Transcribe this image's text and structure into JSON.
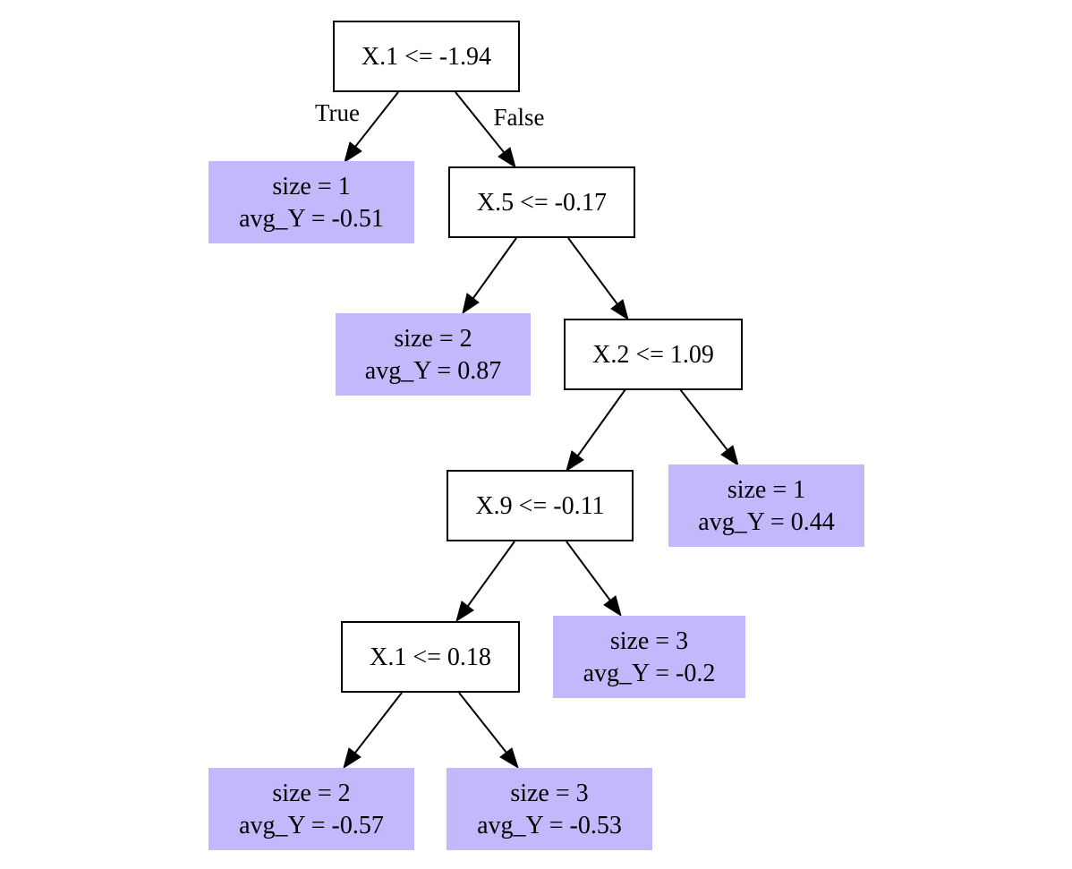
{
  "colors": {
    "leaf_fill": "#c2b8fc",
    "split_fill": "#ffffff",
    "stroke": "#000000"
  },
  "nodes": {
    "n0": {
      "label": "X.1 <= -1.94"
    },
    "l1": {
      "size": "size =  1",
      "avg": "avg_Y = -0.51"
    },
    "n2": {
      "label": "X.5 <= -0.17"
    },
    "l3": {
      "size": "size =  2",
      "avg": "avg_Y = 0.87"
    },
    "n4": {
      "label": "X.2 <= 1.09"
    },
    "n5": {
      "label": "X.9 <= -0.11"
    },
    "l6": {
      "size": "size =  1",
      "avg": "avg_Y = 0.44"
    },
    "n7": {
      "label": "X.1 <= 0.18"
    },
    "l8": {
      "size": "size =  3",
      "avg": "avg_Y = -0.2"
    },
    "l9": {
      "size": "size =  2",
      "avg": "avg_Y = -0.57"
    },
    "l10": {
      "size": "size =  3",
      "avg": "avg_Y = -0.53"
    }
  },
  "edge_labels": {
    "true_label": "True",
    "false_label": "False"
  }
}
